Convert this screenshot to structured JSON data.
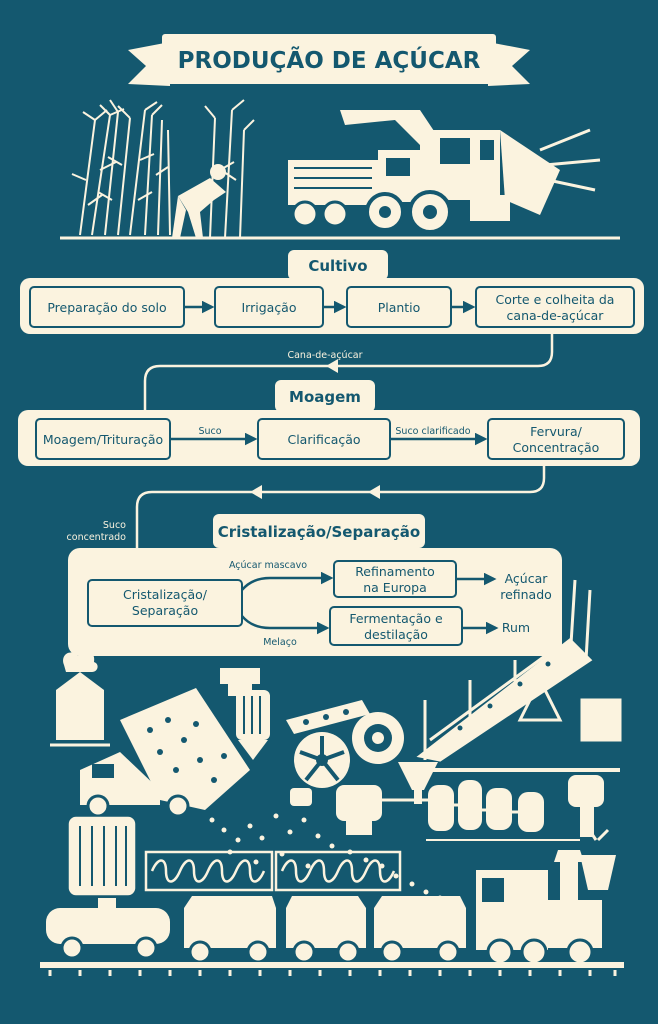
{
  "title": "PRODUÇÃO DE AÇÚCAR",
  "colors": {
    "background": "#14586f",
    "cream": "#fbf3df",
    "ink": "#14586f"
  },
  "sections": {
    "cultivo": {
      "heading": "Cultivo",
      "steps": [
        "Preparação do solo",
        "Irrigação",
        "Plantio",
        "Corte e colheita da",
        "cana-de-açúcar"
      ]
    },
    "moagem": {
      "heading": "Moagem",
      "steps": [
        "Moagem/Trituração",
        "Clarificação",
        "Fervura/",
        "Concentração"
      ],
      "edge_labels": [
        "Suco",
        "Suco clarificado"
      ]
    },
    "cristalizacao": {
      "heading": "Cristalização/Separação",
      "process": [
        "Cristalização/",
        "Separação"
      ],
      "branches": [
        "Refinamento",
        "na Europa",
        "Fermentação e",
        "destilação"
      ],
      "outputs": [
        "Açúcar",
        "refinado",
        "Rum"
      ],
      "edge_labels": [
        "Açúcar mascavo",
        "Melaço"
      ]
    }
  },
  "connectors": {
    "cane": "Cana-de-açúcar",
    "juice": [
      "Suco",
      "concentrado"
    ]
  },
  "icons": [
    "sugarcane-field-icon",
    "farmer-icon",
    "harvester-icon",
    "tractor-trailer-icon",
    "dump-truck-icon",
    "crusher-icon",
    "boiler-tanks-icon",
    "conveyor-icon",
    "train-icon"
  ]
}
